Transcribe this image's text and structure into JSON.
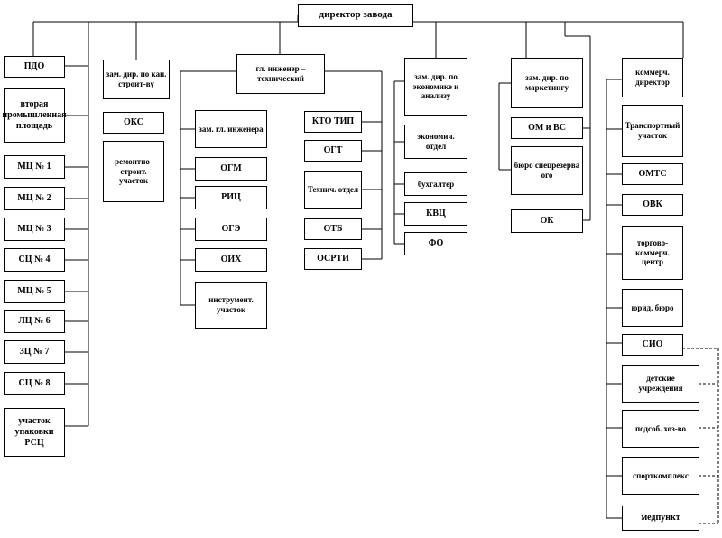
{
  "title": "директор завода",
  "column1": [
    "ПДО",
    "вторая промышленная площадь",
    "МЦ № 1",
    "МЦ № 2",
    "МЦ № 3",
    "СЦ № 4",
    "МЦ № 5",
    "ЛЦ № 6",
    "ЗЦ № 7",
    "СЦ № 8",
    "участок упаковки РСЦ"
  ],
  "column2": {
    "head": "зам. дир. по кап. строит-ву",
    "items": [
      "ОКС",
      "ремонтно-строит. участок"
    ]
  },
  "chief_engineer": {
    "head": "гл. инженер – технический",
    "left": [
      "зам. гл. инженера",
      "ОГМ",
      "РИЦ",
      "ОГЭ",
      "ОИХ",
      "инструмент. участок"
    ],
    "right": [
      "КТО ТИП",
      "ОГТ",
      "Технич. отдел",
      "ОТБ",
      "ОСРТИ"
    ]
  },
  "column_econ": {
    "head": "зам. дир. по экономике и анализу",
    "items": [
      "экономич. отдел",
      "бухгалтер",
      "КВЦ",
      "ФО"
    ]
  },
  "column_marketing": {
    "head": "зам. дир. по маркетингу",
    "items": [
      "ОМ и ВС",
      "бюро спецрезерва ого",
      "ОК"
    ]
  },
  "column_commercial": {
    "head": "коммерч. директор",
    "items": [
      "Транспортный участок",
      "ОМТС",
      "ОВК",
      "торгово-коммерч. центр",
      "юрид. бюро",
      "СИО",
      "детские учреждения",
      "подсоб. хоз-во",
      "спорткомплекс",
      "медпункт"
    ]
  }
}
